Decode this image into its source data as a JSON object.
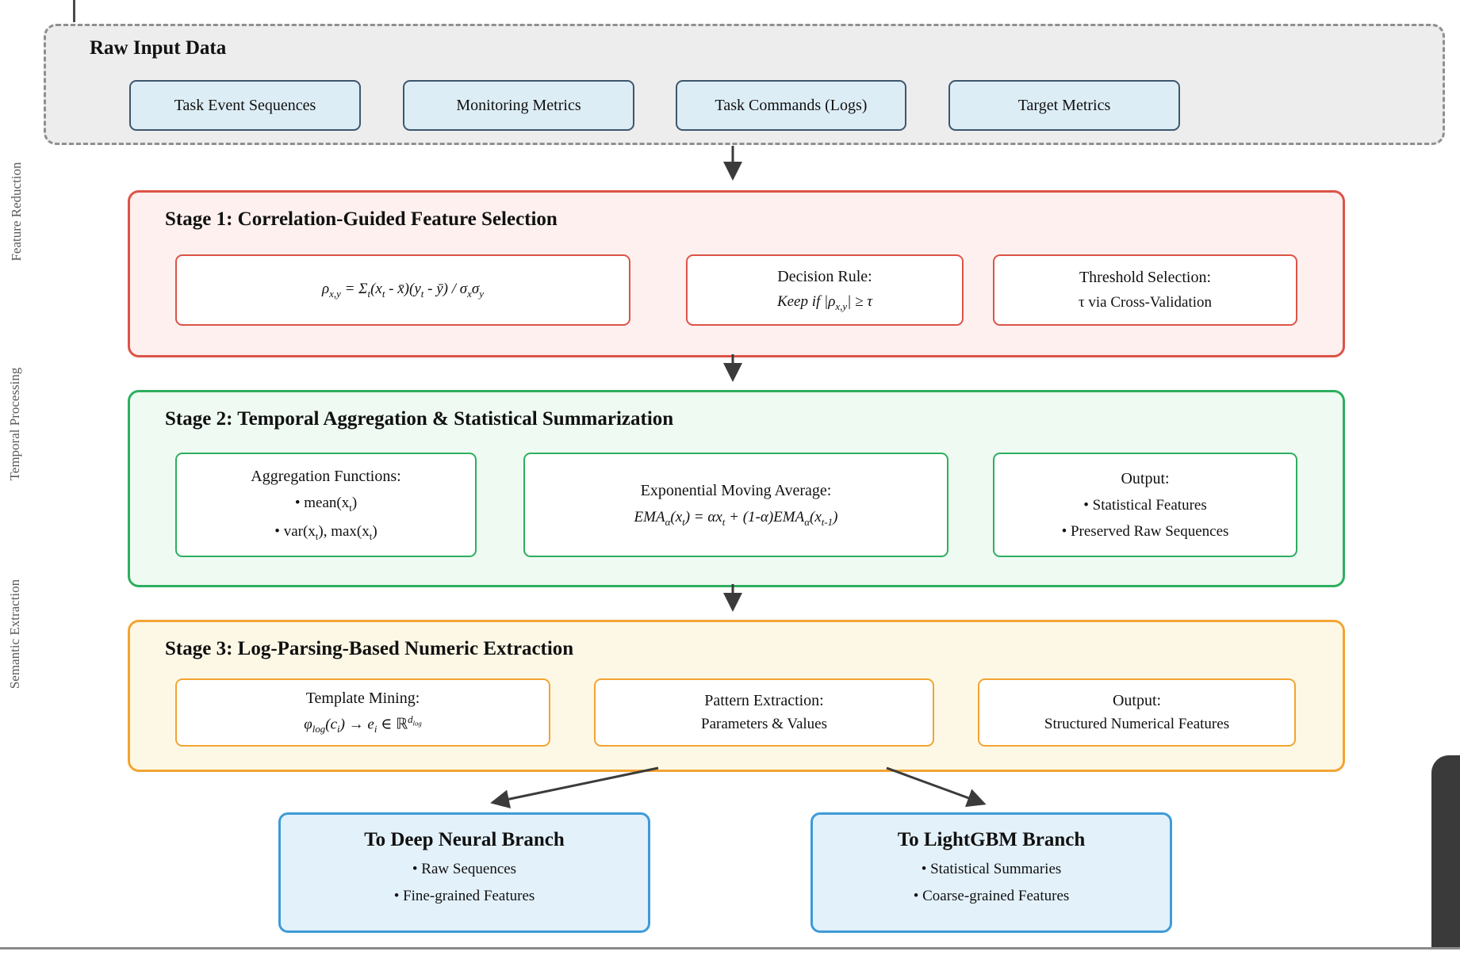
{
  "colors": {
    "page_bg": "#ffffff",
    "raw_fill": "#ededed",
    "raw_border": "#8f8f8f",
    "input_fill": "#ddedf6",
    "input_border": "#3d566e",
    "branch_fill": "#e3f1fa",
    "branch_border": "#3e9bd8",
    "arrow": "#3b3b3b"
  },
  "side_labels": [
    "Feature Reduction",
    "Temporal Processing",
    "Semantic Extraction"
  ],
  "raw_input": {
    "title": "Raw Input Data",
    "items": [
      {
        "label": "Task Event Sequences"
      },
      {
        "label": "Monitoring Metrics"
      },
      {
        "label": "Task Commands (Logs)"
      },
      {
        "label": "Target Metrics"
      }
    ]
  },
  "stages": [
    {
      "title": "Stage 1: Correlation-Guided Feature Selection",
      "accent": "#dd5347",
      "fill": "#fdf0ee",
      "boxes": [
        {
          "formula": "ρ<sub>x,y</sub> = Σ<sub>t</sub>(x<sub>t</sub> - x̄)(y<sub>t</sub> - ȳ) / σ<sub>x</sub>σ<sub>y</sub>"
        },
        {
          "heading": "Decision Rule:",
          "formula": "Keep if |ρ<sub>x,y</sub>| ≥ τ"
        },
        {
          "heading": "Threshold Selection:",
          "line": "τ via Cross-Validation"
        }
      ]
    },
    {
      "title": "Stage 2: Temporal Aggregation & Statistical Summarization",
      "accent": "#2fae60",
      "fill": "#eefaf2",
      "boxes": [
        {
          "heading": "Aggregation Functions:",
          "bullets_html": [
            "• mean(x<sub>t</sub>)",
            "• var(x<sub>t</sub>), max(x<sub>t</sub>)"
          ]
        },
        {
          "heading": "Exponential Moving Average:",
          "formula": "EMA<sub>α</sub>(x<sub>t</sub>) = αx<sub>t</sub> + (1-α)EMA<sub>α</sub>(x<sub>t-1</sub>)"
        },
        {
          "heading": "Output:",
          "bullets": [
            "• Statistical Features",
            "• Preserved Raw Sequences"
          ]
        }
      ]
    },
    {
      "title": "Stage 3: Log-Parsing-Based Numeric Extraction",
      "accent": "#f2a432",
      "fill": "#fdf8e6",
      "boxes": [
        {
          "heading": "Template Mining:",
          "formula": "φ<sub>log</sub>(c<sub>i</sub>) → e<sub>i</sub> ∈ ℝ<sup>d<sub>log</sub></sup>"
        },
        {
          "heading": "Pattern Extraction:",
          "line": "Parameters & Values"
        },
        {
          "heading": "Output:",
          "line": "Structured Numerical Features"
        }
      ]
    }
  ],
  "branches": [
    {
      "title": "To Deep Neural Branch",
      "bullets": [
        "• Raw Sequences",
        "• Fine-grained Features"
      ]
    },
    {
      "title": "To LightGBM Branch",
      "bullets": [
        "• Statistical Summaries",
        "• Coarse-grained Features"
      ]
    }
  ]
}
